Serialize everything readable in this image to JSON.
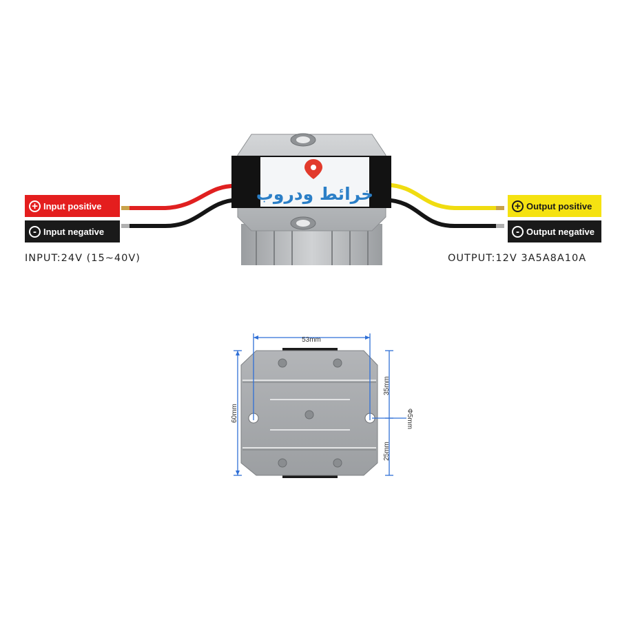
{
  "labels": {
    "input_positive": "Input positive",
    "input_negative": "Input negative",
    "output_positive": "Output positive",
    "output_negative": "Output negative",
    "plus_symbol": "+",
    "minus_symbol": "-"
  },
  "specs": {
    "input": "INPUT:24V  (15~40V)",
    "output": "OUTPUT:12V 3A5A8A10A"
  },
  "logo": {
    "text": "خرائط ودروب",
    "icon": "map-pin-icon"
  },
  "dimensions": {
    "width": "53mm",
    "height": "60mm",
    "top_section": "35mm",
    "bottom_section": "25mm",
    "hole_diameter": "Φ5mm"
  },
  "colors": {
    "positive_input": "#e41e1e",
    "negative": "#1a1a1a",
    "positive_output": "#f5e211",
    "dimension_line": "#2f6fd6",
    "housing": "#b7b9bb"
  }
}
